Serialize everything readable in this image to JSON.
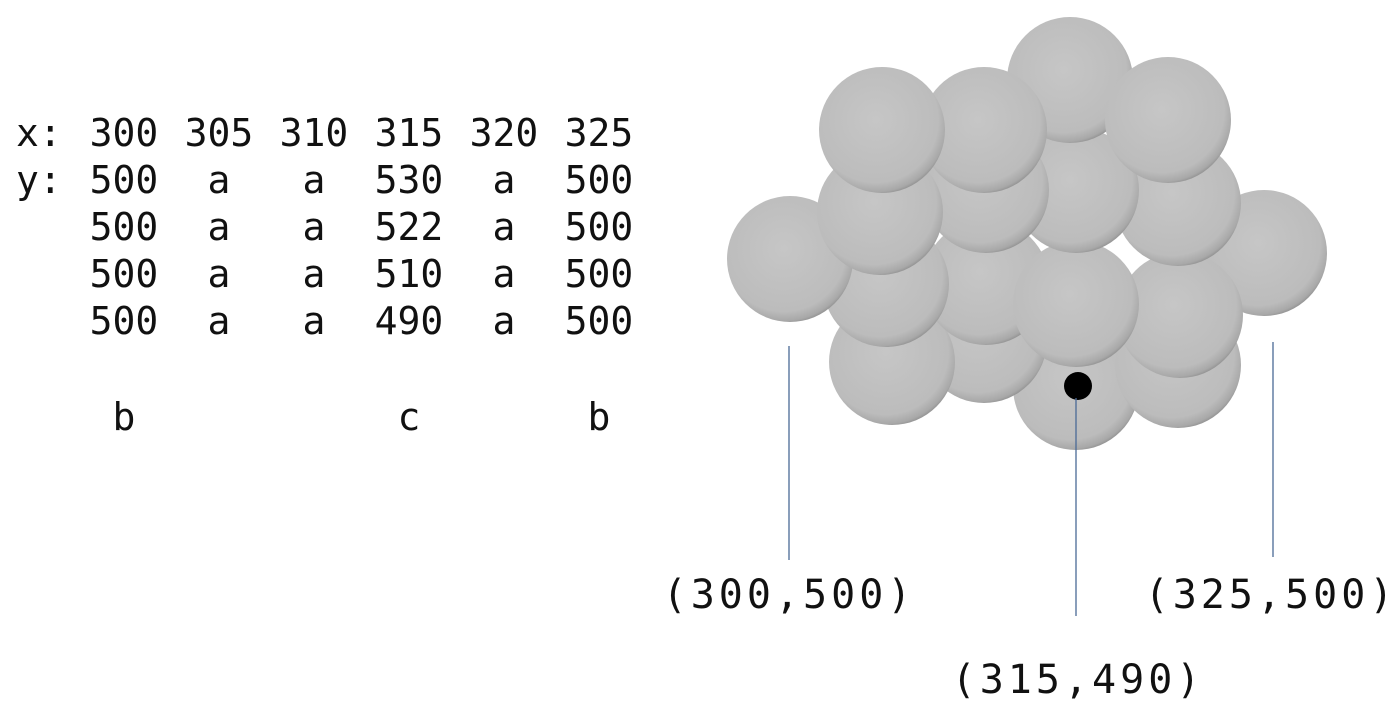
{
  "table": {
    "x_label": "x:",
    "y_label": "y:",
    "x_values": [
      "300",
      "305",
      "310",
      "315",
      "320",
      "325"
    ],
    "rows": [
      [
        "500",
        "a",
        "a",
        "530",
        "a",
        "500"
      ],
      [
        "500",
        "a",
        "a",
        "522",
        "a",
        "500"
      ],
      [
        "500",
        "a",
        "a",
        "510",
        "a",
        "500"
      ],
      [
        "500",
        "a",
        "a",
        "490",
        "a",
        "500"
      ]
    ],
    "footer": [
      "b",
      "",
      "",
      "c",
      "",
      "b"
    ]
  },
  "diagram": {
    "circle_fill": "#c2c2c2",
    "circle_shadow": "#8a8a8a",
    "marker_color": "#000000",
    "line_color": "#4a6a96",
    "labels": {
      "left": "(300,500)",
      "middle": "(315,490)",
      "right": "(325,500)"
    }
  }
}
